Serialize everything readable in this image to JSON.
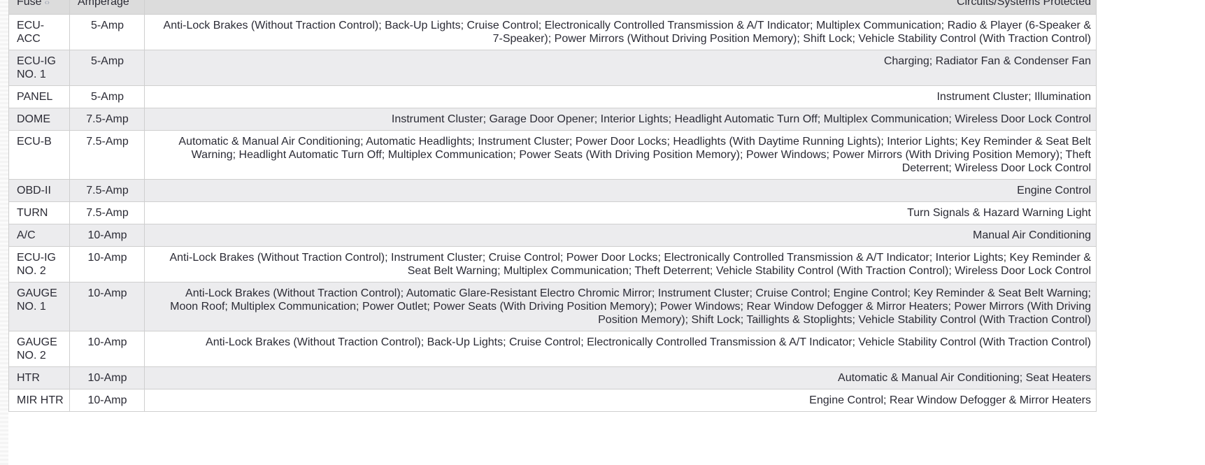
{
  "table": {
    "headers": {
      "fuse": "Fuse",
      "amperage": "Amperage",
      "circuits": "Circuits/Systems Protected"
    },
    "rows": [
      {
        "fuse": "ECU-ACC",
        "amp": "5-Amp",
        "circuits": "Anti-Lock Brakes (Without Traction Control); Back-Up Lights; Cruise Control; Electronically Controlled Transmission & A/T Indicator; Multiplex Communication; Radio & Player (6-Speaker & 7-Speaker); Power Mirrors (Without Driving Position Memory); Shift Lock; Vehicle Stability Control (With Traction Control)"
      },
      {
        "fuse": "ECU-IG NO. 1",
        "amp": "5-Amp",
        "circuits": "Charging; Radiator Fan & Condenser Fan"
      },
      {
        "fuse": "PANEL",
        "amp": "5-Amp",
        "circuits": "Instrument Cluster; Illumination"
      },
      {
        "fuse": "DOME",
        "amp": "7.5-Amp",
        "circuits": "Instrument Cluster; Garage Door Opener; Interior Lights; Headlight Automatic Turn Off; Multiplex Communication; Wireless Door Lock Control"
      },
      {
        "fuse": "ECU-B",
        "amp": "7.5-Amp",
        "circuits": "Automatic & Manual Air Conditioning; Automatic Headlights; Instrument Cluster; Power Door Locks; Headlights (With Daytime Running Lights); Interior Lights; Key Reminder & Seat Belt Warning; Headlight Automatic Turn Off; Multiplex Communication; Power Seats (With Driving Position Memory); Power Windows; Power Mirrors (With Driving Position Memory); Theft Deterrent; Wireless Door Lock Control"
      },
      {
        "fuse": "OBD-II",
        "amp": "7.5-Amp",
        "circuits": "Engine Control"
      },
      {
        "fuse": "TURN",
        "amp": "7.5-Amp",
        "circuits": "Turn Signals & Hazard Warning Light"
      },
      {
        "fuse": "A/C",
        "amp": "10-Amp",
        "circuits": "Manual Air Conditioning"
      },
      {
        "fuse": "ECU-IG NO. 2",
        "amp": "10-Amp",
        "circuits": "Anti-Lock Brakes (Without Traction Control); Instrument Cluster; Cruise Control; Power Door Locks; Electronically Controlled Transmission & A/T Indicator; Interior Lights; Key Reminder & Seat Belt Warning; Multiplex Communication; Theft Deterrent; Vehicle Stability Control (With Traction Control); Wireless Door Lock Control"
      },
      {
        "fuse": "GAUGE NO. 1",
        "amp": "10-Amp",
        "circuits": "Anti-Lock Brakes (Without Traction Control); Automatic Glare-Resistant Electro Chromic Mirror; Instrument Cluster; Cruise Control; Engine Control; Key Reminder & Seat Belt Warning; Moon Roof; Multiplex Communication; Power Outlet; Power Seats (With Driving Position Memory); Power Windows; Rear Window Defogger & Mirror Heaters; Power Mirrors (With Driving Position Memory); Shift Lock; Taillights & Stoplights; Vehicle Stability Control (With Traction Control)"
      },
      {
        "fuse": "GAUGE NO. 2",
        "amp": "10-Amp",
        "circuits": "Anti-Lock Brakes (Without Traction Control); Back-Up Lights; Cruise Control; Electronically Controlled Transmission & A/T Indicator; Vehicle Stability Control (With Traction Control)"
      },
      {
        "fuse": "HTR",
        "amp": "10-Amp",
        "circuits": "Automatic & Manual Air Conditioning; Seat Heaters"
      },
      {
        "fuse": "MIR HTR",
        "amp": "10-Amp",
        "circuits": "Engine Control; Rear Window Defogger & Mirror Heaters"
      }
    ]
  }
}
